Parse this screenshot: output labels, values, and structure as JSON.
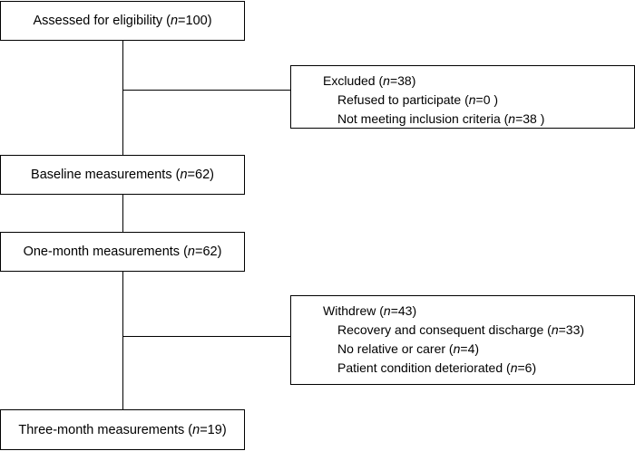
{
  "boxes": {
    "assessed": {
      "pre": "Assessed for eligibility (",
      "n": "n",
      "post": "=100)"
    },
    "baseline": {
      "pre": "Baseline measurements (",
      "n": "n",
      "post": "=62)"
    },
    "one_month": {
      "pre": "One-month measurements (",
      "n": "n",
      "post": "=62)"
    },
    "three_month": {
      "pre": "Three-month measurements (",
      "n": "n",
      "post": "=19)"
    }
  },
  "excluded": {
    "head": {
      "pre": "Excluded (",
      "n": "n",
      "post": "=38)"
    },
    "items": [
      {
        "pre": "Refused to participate (",
        "n": "n",
        "post": "=0 )"
      },
      {
        "pre": "Not meeting inclusion criteria (",
        "n": "n",
        "post": "=38 )"
      }
    ]
  },
  "withdrew": {
    "head": {
      "pre": "Withdrew (",
      "n": "n",
      "post": "=43)"
    },
    "items": [
      {
        "pre": "Recovery and consequent discharge (",
        "n": "n",
        "post": "=33)"
      },
      {
        "pre": "No relative or carer (",
        "n": "n",
        "post": "=4)"
      },
      {
        "pre": "Patient condition deteriorated (",
        "n": "n",
        "post": "=6)"
      }
    ]
  }
}
